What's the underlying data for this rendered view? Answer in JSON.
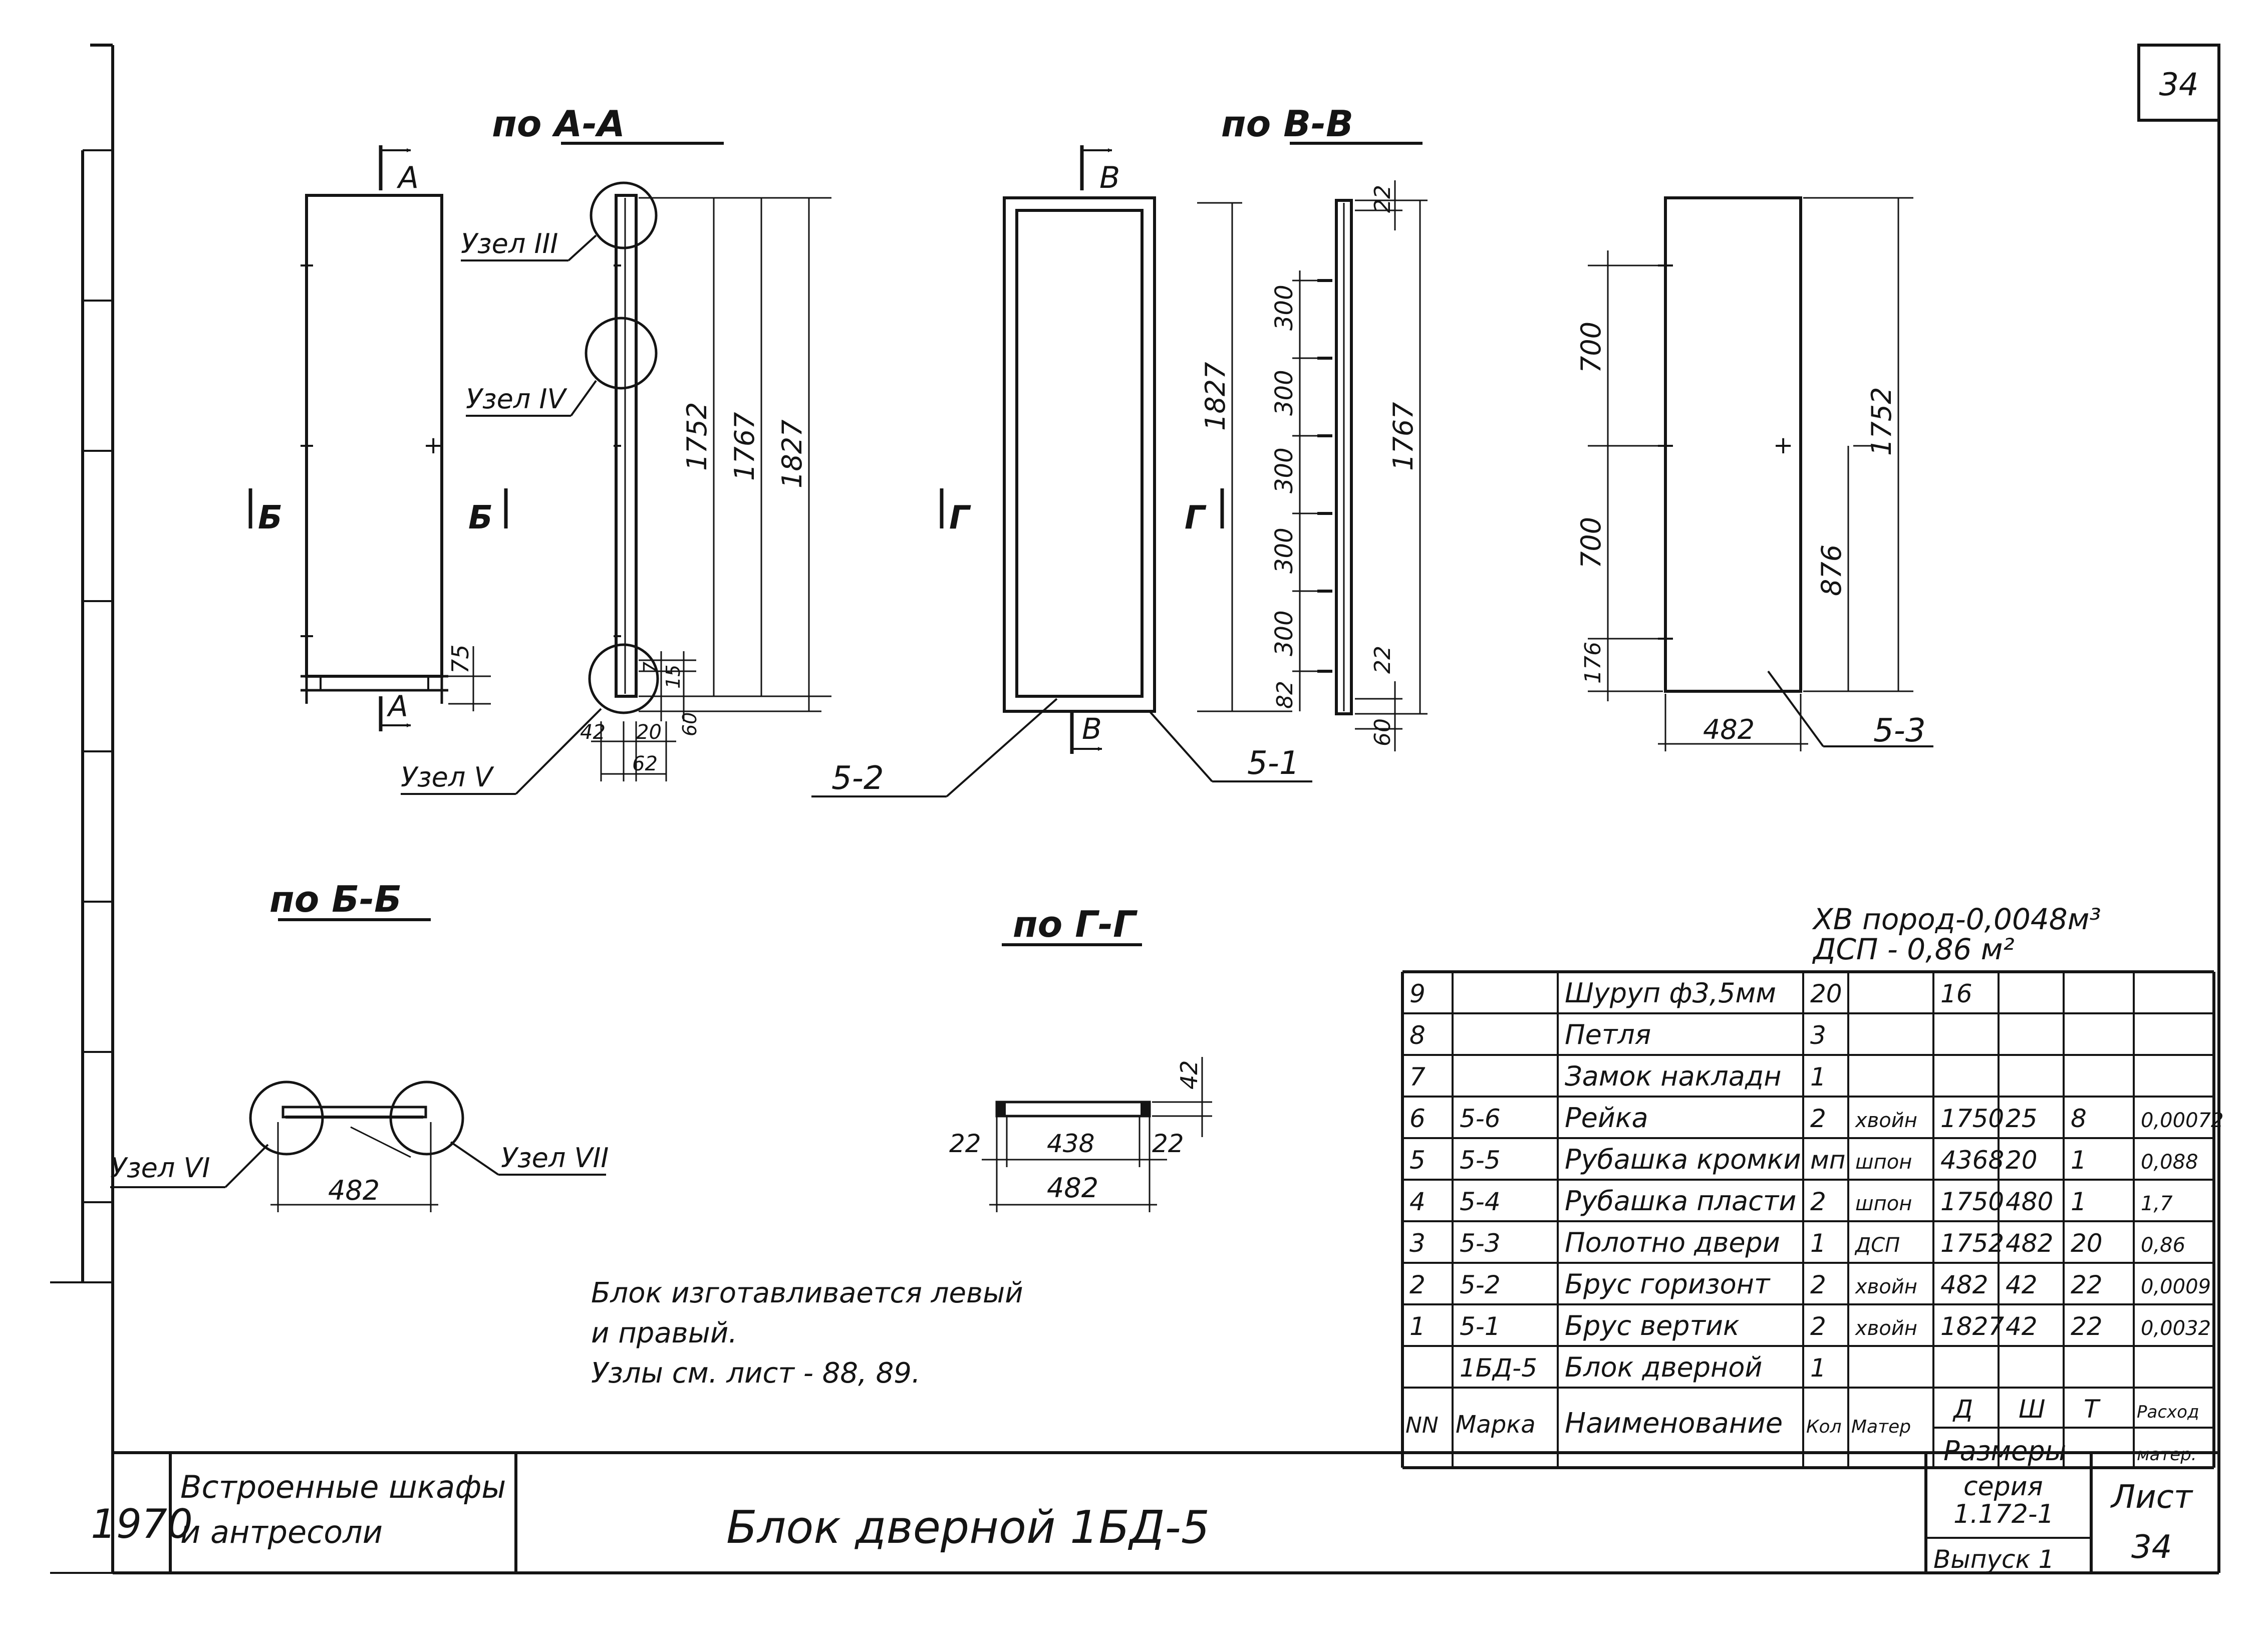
{
  "sheet_corner_number": "34",
  "views": {
    "aa": {
      "title": "по А-А",
      "cut_top": "А",
      "cut_bottom": "А",
      "cut_left": "Б",
      "cut_right": "Б",
      "node_3": "Узел III",
      "node_4": "Узел IV",
      "node_5": "Узел V",
      "dims": {
        "d75": "75",
        "d1752": "1752",
        "d1767": "1767",
        "d1827": "1827",
        "d7": "7",
        "d15": "15",
        "d60": "60",
        "d42": "42",
        "d20": "20",
        "d62": "62"
      }
    },
    "bb": {
      "title": "по В-В",
      "cut_top": "В",
      "cut_bottom": "В",
      "cut_left": "Г",
      "cut_right": "Г",
      "part_52": "5-2",
      "part_51": "5-1",
      "dims": {
        "d1827": "1827",
        "d300a": "300",
        "d300b": "300",
        "d300c": "300",
        "d300d": "300",
        "d300e": "300",
        "d82": "82",
        "d22top": "22",
        "d1767": "1767",
        "d22bot": "22",
        "d60": "60"
      }
    },
    "panel": {
      "part_53": "5-3",
      "dims": {
        "d700a": "700",
        "d700b": "700",
        "d176": "176",
        "d1752": "1752",
        "d876": "876",
        "d482": "482"
      }
    },
    "b_b": {
      "title": "по Б-Б",
      "node_6": "Узел VI",
      "node_7": "Узел VII",
      "dim_482": "482"
    },
    "g_g": {
      "title": "по Г-Г",
      "dims": {
        "d22l": "22",
        "d438": "438",
        "d22r": "22",
        "d482": "482",
        "d42": "42"
      }
    }
  },
  "note": {
    "line1": "Блок изготавливается левый",
    "line2": "и правый.",
    "line3": "Узлы см. лист - 88, 89."
  },
  "material_totals": {
    "line1": "ХВ пород-0,0048м³",
    "line2": "ДСП - 0,86 м²"
  },
  "spec_table": {
    "rows": [
      {
        "nn": "9",
        "marka": "",
        "name": "Шуруп ф3,5мм",
        "kol": "20",
        "mater": "",
        "d": "16",
        "sh": "",
        "t": "",
        "rashod": ""
      },
      {
        "nn": "8",
        "marka": "",
        "name": "Петля",
        "kol": "3",
        "mater": "",
        "d": "",
        "sh": "",
        "t": "",
        "rashod": ""
      },
      {
        "nn": "7",
        "marka": "",
        "name": "Замок накладн",
        "kol": "1",
        "mater": "",
        "d": "",
        "sh": "",
        "t": "",
        "rashod": ""
      },
      {
        "nn": "6",
        "marka": "5-6",
        "name": "Рейка",
        "kol": "2",
        "mater": "хвойн",
        "d": "1750",
        "sh": "25",
        "t": "8",
        "rashod": "0,00072"
      },
      {
        "nn": "5",
        "marka": "5-5",
        "name": "Рубашка кромки",
        "kol": "мп",
        "mater": "шпон",
        "d": "4368",
        "sh": "20",
        "t": "1",
        "rashod": "0,088"
      },
      {
        "nn": "4",
        "marka": "5-4",
        "name": "Рубашка пласти",
        "kol": "2",
        "mater": "шпон",
        "d": "1750",
        "sh": "480",
        "t": "1",
        "rashod": "1,7"
      },
      {
        "nn": "3",
        "marka": "5-3",
        "name": "Полотно двери",
        "kol": "1",
        "mater": "ДСП",
        "d": "1752",
        "sh": "482",
        "t": "20",
        "rashod": "0,86"
      },
      {
        "nn": "2",
        "marka": "5-2",
        "name": "Брус горизонт",
        "kol": "2",
        "mater": "хвойн",
        "d": "482",
        "sh": "42",
        "t": "22",
        "rashod": "0,0009"
      },
      {
        "nn": "1",
        "marka": "5-1",
        "name": "Брус вертик",
        "kol": "2",
        "mater": "хвойн",
        "d": "1827",
        "sh": "42",
        "t": "22",
        "rashod": "0,0032"
      },
      {
        "nn": "",
        "marka": "1БД-5",
        "name": "Блок дверной",
        "kol": "1",
        "mater": "",
        "d": "",
        "sh": "",
        "t": "",
        "rashod": ""
      }
    ],
    "header": {
      "nn": "NN",
      "marka": "Марка",
      "name": "Наименование",
      "kol": "Кол",
      "mater": "Матер",
      "d": "Д",
      "sh": "Ш",
      "t": "Т",
      "rashod": "Расход",
      "razmery": "Размеры",
      "rashod2": "матер."
    }
  },
  "title_block": {
    "year": "1970",
    "project_line1": "Встроенные шкафы",
    "project_line2": "и антресоли",
    "title": "Блок дверной 1БД-5",
    "series_label": "серия",
    "series_value": "1.172-1",
    "issue": "Выпуск 1",
    "sheet_label": "Лист",
    "sheet_value": "34"
  }
}
